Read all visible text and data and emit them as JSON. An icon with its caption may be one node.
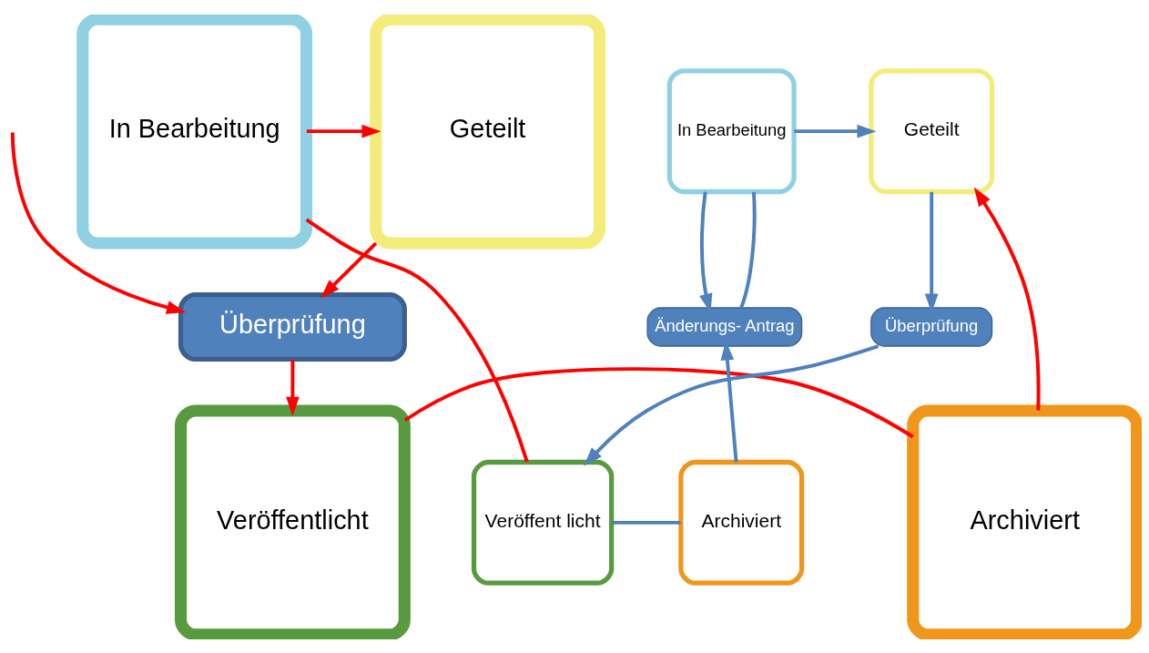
{
  "diagram": {
    "nodes": [
      {
        "text": [
          "Geteilt"
        ]
      },
      {
        "text": [
          "In Bearbeitung"
        ]
      },
      {
        "text": [
          "Überprüfung"
        ]
      },
      {
        "text": [
          "Veröffentlicht"
        ]
      },
      {
        "text": [
          "Archiviert"
        ]
      },
      {
        "text": [
          "Geteilt"
        ]
      },
      {
        "text": [
          "In Bearbeitung"
        ]
      },
      {
        "text": [
          "Überprüfung"
        ]
      },
      {
        "text": [
          "Veröffent licht"
        ]
      },
      {
        "text": [
          "Archiviert"
        ]
      },
      {
        "text": [
          "Änderungs- Antrag"
        ]
      }
    ],
    "edges": [
      {
        "from": 1,
        "to": 0,
        "arrow": "to",
        "color": "#ff0000"
      },
      {
        "from": 0,
        "to": 2,
        "arrow": "to",
        "color": "#ff0000"
      },
      {
        "from": null,
        "to": 2,
        "arrow": "to",
        "color": "#ff0000"
      },
      {
        "from": 2,
        "to": 3,
        "arrow": "to",
        "color": "#ff0000"
      },
      {
        "from": 3,
        "to": 4,
        "arrow": "none",
        "color": "#ff0000"
      },
      {
        "from": 1,
        "to": 8,
        "arrow": "none",
        "color": "#ff0000"
      },
      {
        "from": 4,
        "to": 5,
        "arrow": "to",
        "color": "#ff0000"
      },
      {
        "from": 6,
        "to": 5,
        "arrow": "to",
        "color": "#4f81bd"
      },
      {
        "from": 5,
        "to": 7,
        "arrow": "to",
        "color": "#4f81bd"
      },
      {
        "from": 7,
        "to": 8,
        "arrow": "to",
        "color": "#4f81bd"
      },
      {
        "from": 8,
        "to": 9,
        "arrow": "none",
        "color": "#4f81bd"
      },
      {
        "from": 6,
        "to": 10,
        "arrow": "to",
        "color": "#4f81bd"
      },
      {
        "from": 10,
        "to": 6,
        "arrow": "none",
        "color": "#4f81bd"
      },
      {
        "from": 9,
        "to": 10,
        "arrow": "to",
        "color": "#4f81bd"
      }
    ]
  }
}
